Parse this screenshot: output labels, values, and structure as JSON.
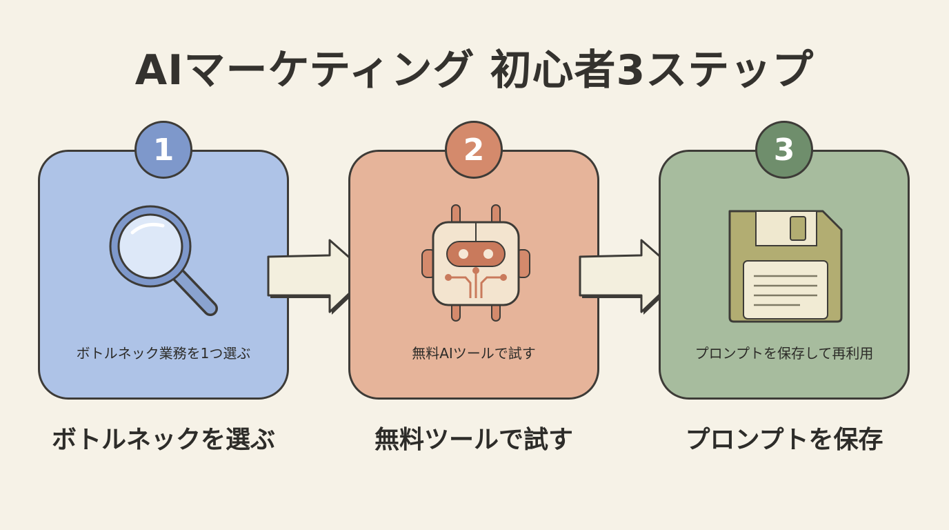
{
  "title": "AIマーケティング 初心者3ステップ",
  "steps": [
    {
      "number": "1",
      "card_text": "ボトルネック業務を1つ選ぶ",
      "label": "ボトルネックを選ぶ",
      "icon": "magnifying-glass-icon",
      "color": "#aec3e7"
    },
    {
      "number": "2",
      "card_text": "無料AIツールで試す",
      "label": "無料ツールで試す",
      "icon": "robot-icon",
      "color": "#e6b49a"
    },
    {
      "number": "3",
      "card_text": "プロンプトを保存して再利用",
      "label": "プロンプトを保存",
      "icon": "floppy-disk-icon",
      "color": "#a7bc9e"
    }
  ]
}
